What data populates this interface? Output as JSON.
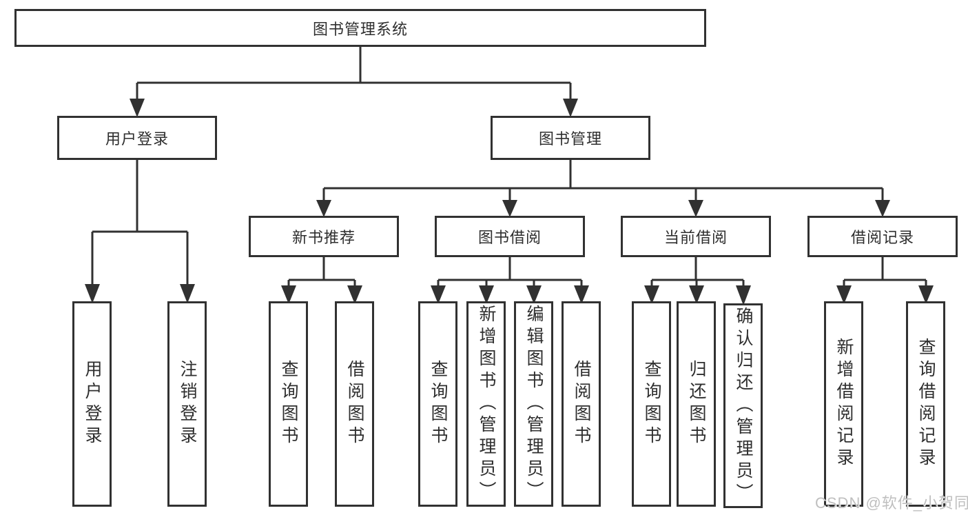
{
  "diagram": {
    "root": {
      "label": "图书管理系统"
    },
    "branches": [
      {
        "label": "用户登录",
        "children": [
          {
            "label": "用户登录"
          },
          {
            "label": "注销登录"
          }
        ]
      },
      {
        "label": "图书管理",
        "modules": [
          {
            "label": "新书推荐",
            "children": [
              {
                "label": "查询图书"
              },
              {
                "label": "借阅图书"
              }
            ]
          },
          {
            "label": "图书借阅",
            "children": [
              {
                "label": "查询图书"
              },
              {
                "label": "新增图书（管理员）"
              },
              {
                "label": "编辑图书（管理员）"
              },
              {
                "label": "借阅图书"
              }
            ]
          },
          {
            "label": "当前借阅",
            "children": [
              {
                "label": "查询图书"
              },
              {
                "label": "归还图书"
              },
              {
                "label": "确认归还（管理员）"
              }
            ]
          },
          {
            "label": "借阅记录",
            "children": [
              {
                "label": "新增借阅记录"
              },
              {
                "label": "查询借阅记录"
              }
            ]
          }
        ]
      }
    ]
  },
  "watermark": {
    "text": "CSDN @软件_小贺同学"
  },
  "colors": {
    "line": "#313131",
    "text": "#2e2e2e",
    "watermark": "#bfbfbf",
    "background": "#ffffff"
  }
}
